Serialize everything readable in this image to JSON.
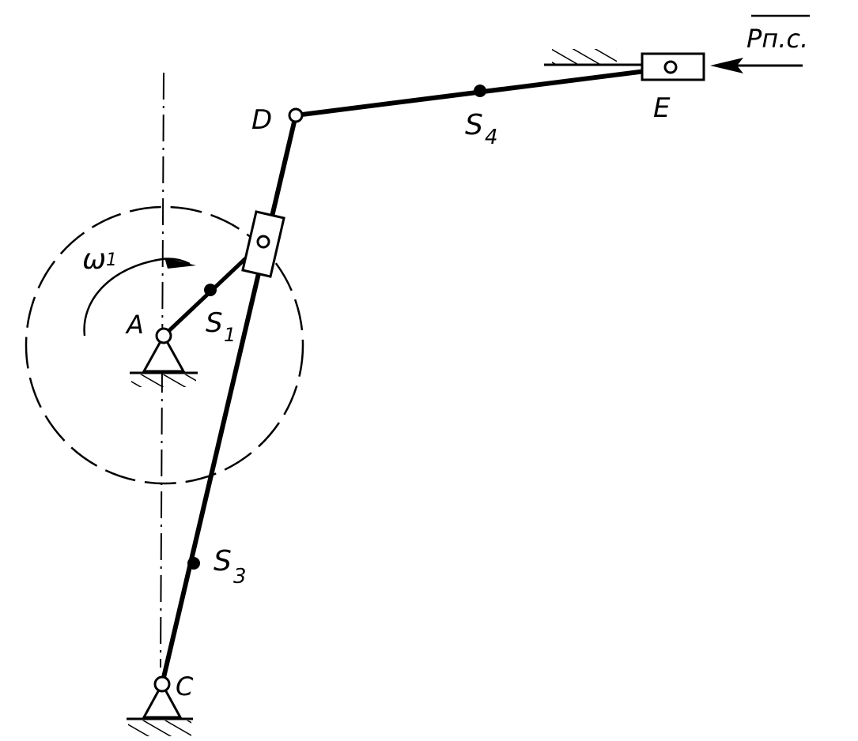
{
  "labels": {
    "A": "A",
    "C": "C",
    "D": "D",
    "E": "E",
    "S1": "S",
    "S1_sub": "1",
    "S3": "S",
    "S3_sub": "3",
    "S4": "S",
    "S4_sub": "4",
    "omega": "ω",
    "omega_sub": "1",
    "force": "Pп.с."
  },
  "colors": {
    "ink": "#000000",
    "paper": "#ffffff"
  }
}
